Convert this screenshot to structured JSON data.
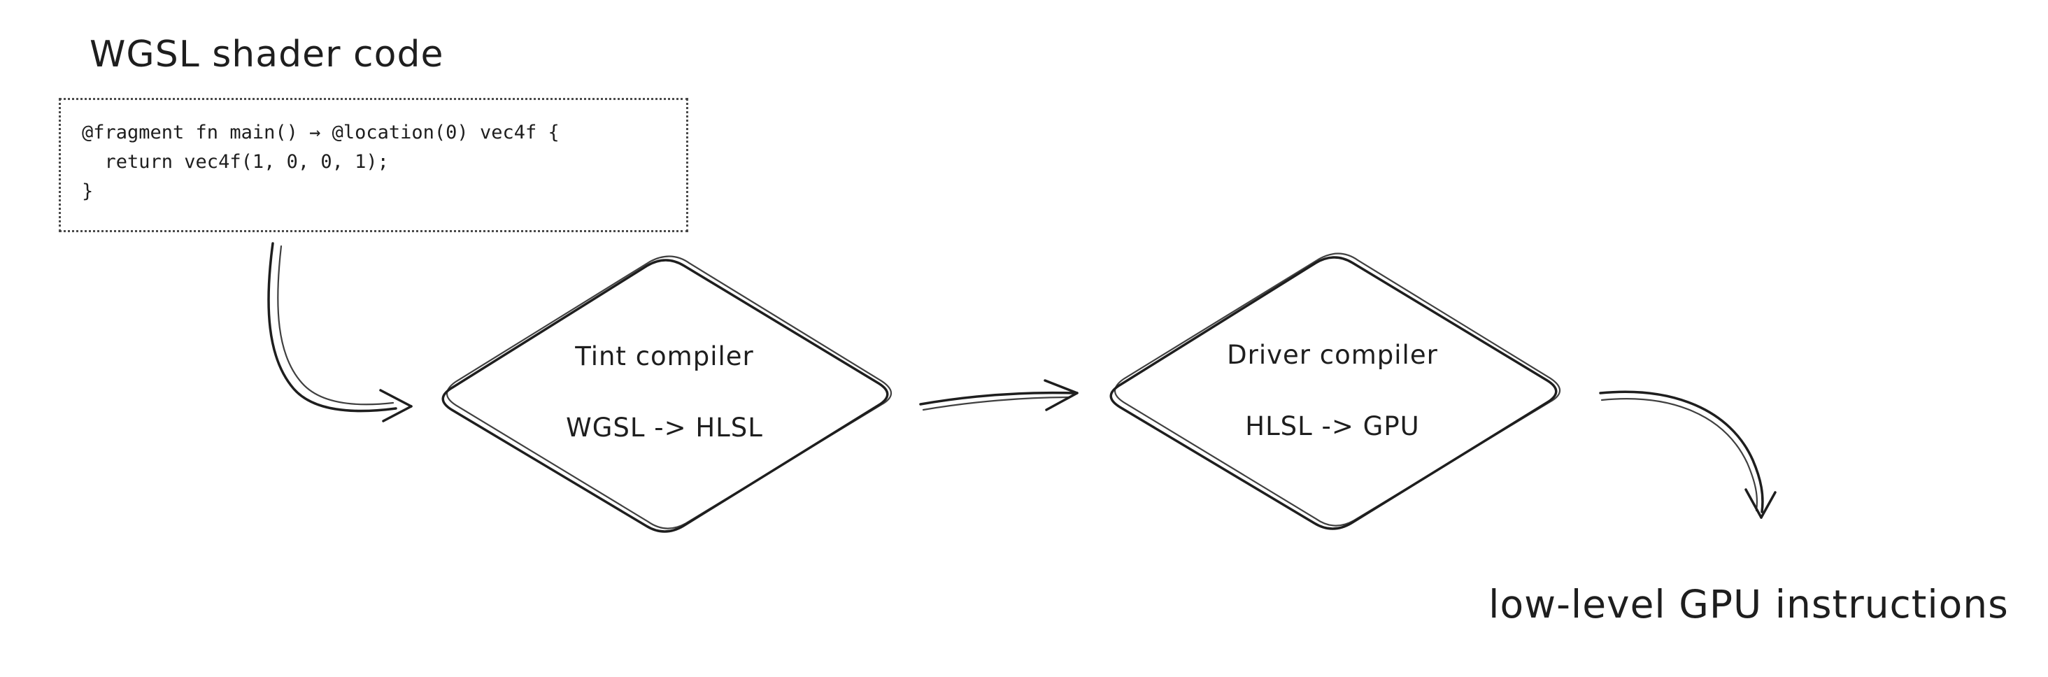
{
  "diagram": {
    "title": "WGSL shader code",
    "code_box": {
      "lines": [
        "@fragment fn main() → @location(0) vec4f {",
        "  return vec4f(1, 0, 0, 1);",
        "}"
      ]
    },
    "nodes": [
      {
        "id": "tint-compiler",
        "label_top": "Tint compiler",
        "label_bottom": "WGSL -> HLSL"
      },
      {
        "id": "driver-compiler",
        "label_top": "Driver compiler",
        "label_bottom": "HLSL -> GPU"
      }
    ],
    "output_label": "low-level GPU instructions",
    "colors": {
      "stroke": "#1e1e1e",
      "background": "#ffffff"
    }
  }
}
